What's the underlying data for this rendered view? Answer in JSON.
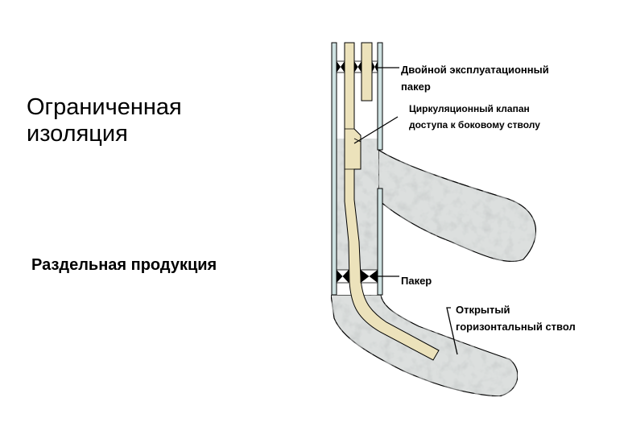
{
  "slide": {
    "title": "Ограниченная\nизоляция",
    "subtitle": "Раздельная продукция"
  },
  "labels": {
    "dual_packer": "Двойной эксплуатационный\nпакер",
    "circulation_valve": "Циркуляционный клапан\nдоступа к боковому стволу",
    "packer": "Пакер",
    "open_hole": "Открытый\nгоризонтальный ствол"
  },
  "colors": {
    "rock": "#dcdfde",
    "tubing": "#ece2bb",
    "casing": "#cfe2e2",
    "outline": "#000000"
  }
}
